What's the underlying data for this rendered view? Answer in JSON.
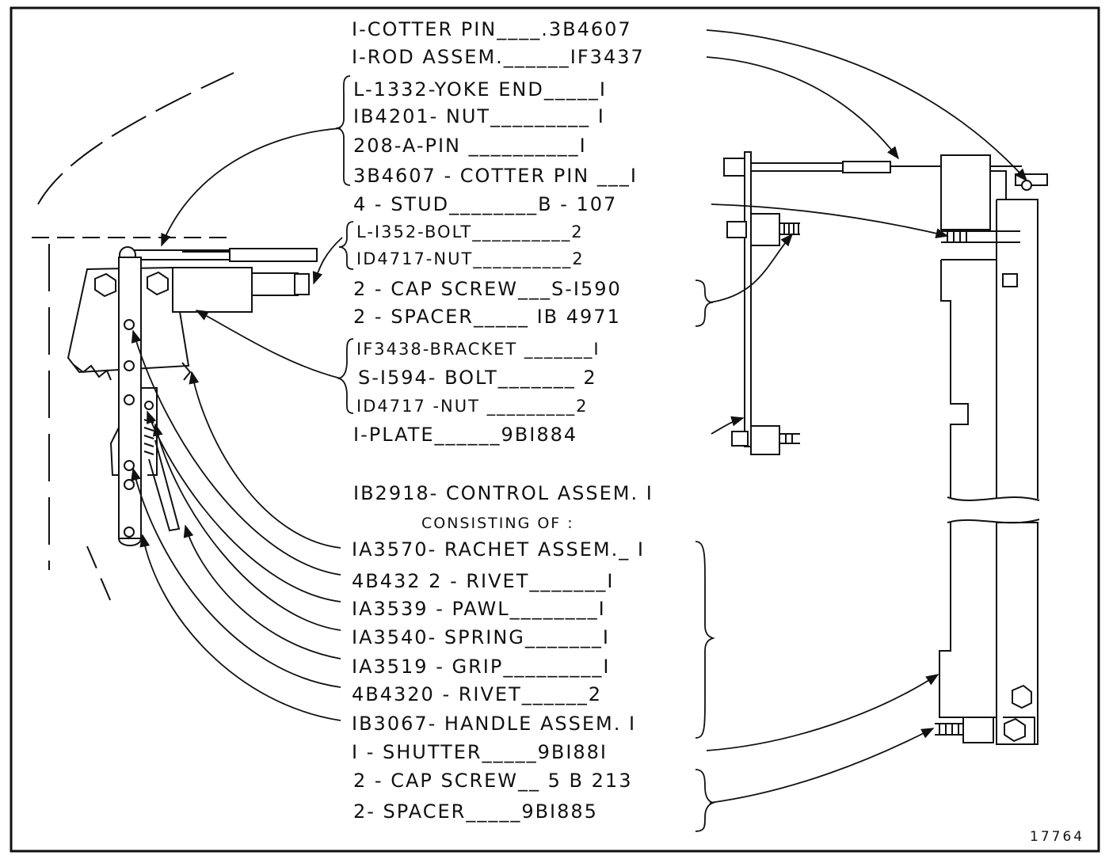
{
  "figure_number": "17764",
  "top_parts": [
    "I-COTTER PIN____.3B4607",
    "I-ROD ASSEM.______IF3437"
  ],
  "yoke_group": [
    "L-1332-YOKE END_____I",
    "IB4201- NUT_________ I",
    "208-A-PIN __________I",
    "3B4607 - COTTER PIN ___I"
  ],
  "stud": "4 - STUD________B - 107",
  "bolt_group": [
    "L-I352-BOLT__________2",
    "ID4717-NUT__________2"
  ],
  "cap_group": [
    "2 - CAP SCREW___S-I590",
    "2 - SPACER_____ IB 4971"
  ],
  "bracket_group": [
    "IF3438-BRACKET _______I",
    "S-I594- BOLT_______ 2",
    "ID4717 -NUT _________2"
  ],
  "plate": "I-PLATE______9BI884",
  "control_title": "IB2918- CONTROL ASSEM. I",
  "consisting_of": "CONSISTING OF :",
  "control_parts": [
    "IA3570- RACHET ASSEM._ I",
    "4B432 2 - RIVET_______I",
    "IA3539 - PAWL________I",
    "IA3540- SPRING_______I",
    "IA3519 - GRIP_________I",
    "4B4320 - RIVET______2",
    "IB3067- HANDLE ASSEM. I"
  ],
  "shutter": "I - SHUTTER_____9BI88I",
  "bottom_group": [
    "2 - CAP SCREW__ 5 B 213",
    "2- SPACER_____9BI885"
  ]
}
